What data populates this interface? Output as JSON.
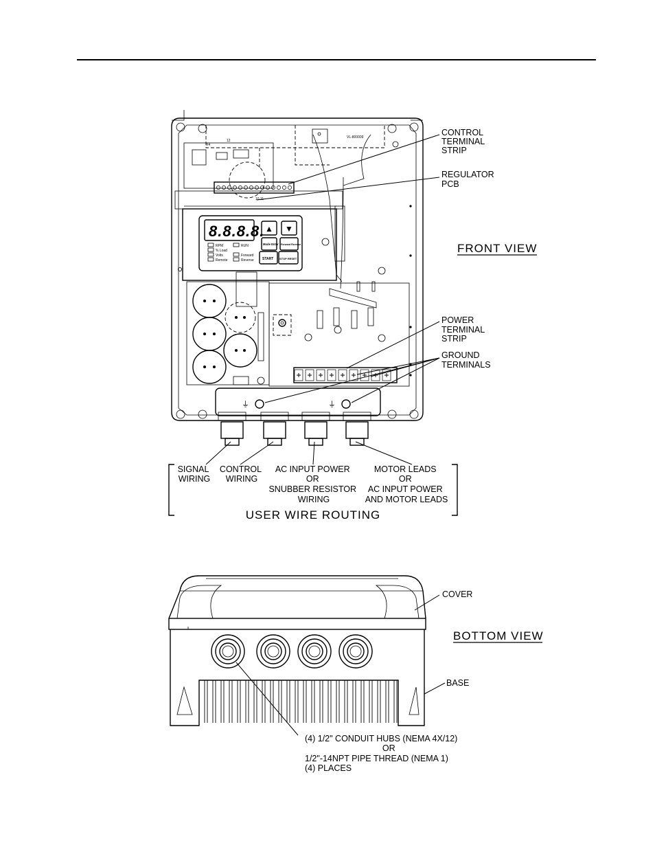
{
  "front_view": {
    "title": "FRONT VIEW",
    "display_digits": "8.8.8.8.",
    "keypad": {
      "up_symbol": "▲",
      "down_symbol": "▼",
      "mode_enter": "Mode Enter",
      "forward_reverse": "Forward Reverse",
      "start": "START",
      "stop_reset": "STOP RESET"
    },
    "indicators_left": [
      "RPM",
      "% Load",
      "Volts",
      "Remote"
    ],
    "indicators_right": [
      "RUN",
      "Forward",
      "Reverse"
    ],
    "callouts": [
      {
        "id": "control-terminal-strip",
        "lines": [
          "CONTROL",
          "TERMINAL",
          "STRIP"
        ]
      },
      {
        "id": "regulator-pcb",
        "lines": [
          "REGULATOR",
          "PCB"
        ]
      },
      {
        "id": "power-terminal-strip",
        "lines": [
          "POWER",
          "TERMINAL",
          "STRIP"
        ]
      },
      {
        "id": "ground-terminals",
        "lines": [
          "GROUND",
          "TERMINALS"
        ]
      }
    ],
    "routing": {
      "title": "USER WIRE ROUTING",
      "signal": [
        "SIGNAL",
        "WIRING"
      ],
      "control": [
        "CONTROL",
        "WIRING"
      ],
      "ac_input": [
        "AC INPUT POWER",
        "OR",
        "SNUBBER RESISTOR",
        "WIRING"
      ],
      "motor": [
        "MOTOR LEADS",
        "OR",
        "AC INPUT POWER",
        "AND MOTOR LEADS"
      ]
    }
  },
  "bottom_view": {
    "title": "BOTTOM VIEW",
    "cover_label": "COVER",
    "base_label": "BASE",
    "hub_note": [
      "(4) 1/2\" CONDUIT HUBS (NEMA 4X/12)",
      "OR",
      "1/2\"-14NPT PIPE THREAD (NEMA 1)",
      "(4) PLACES"
    ]
  }
}
